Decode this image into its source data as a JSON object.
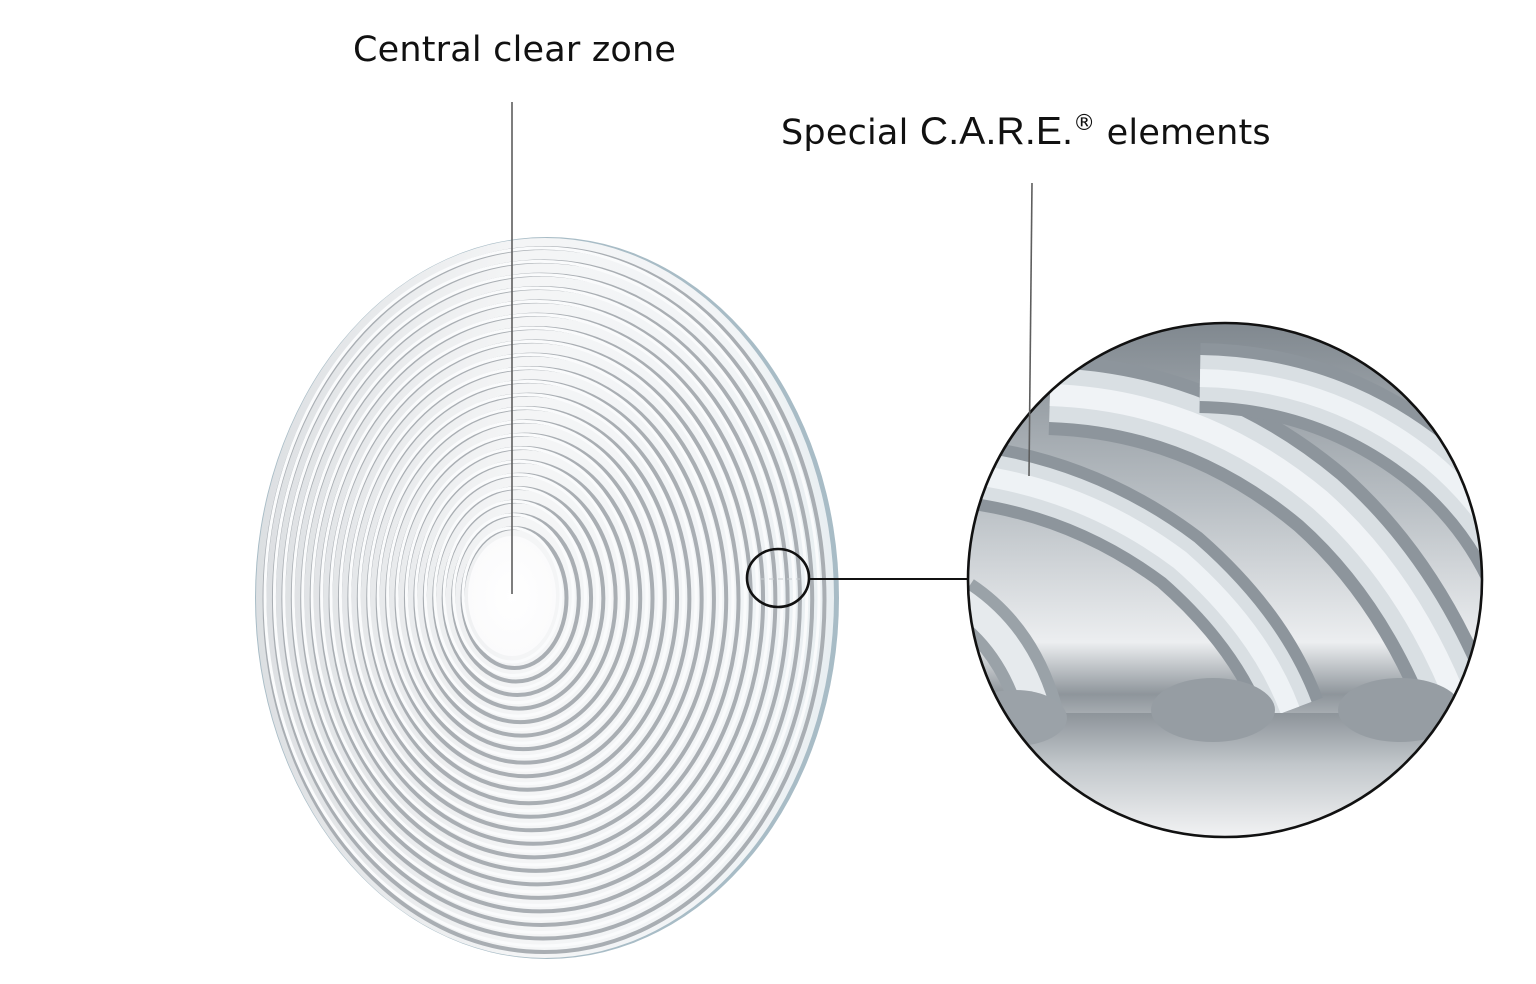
{
  "labels": {
    "central_clear_zone": "Central clear zone",
    "care_prefix": "Special ",
    "care_brand": "C.A.R.E.",
    "care_registered": "®",
    "care_suffix": " elements"
  },
  "colors": {
    "background": "#ffffff",
    "text": "#111111",
    "leader_line": "#5a5a5a",
    "lens_base": "#eef0f2",
    "ring_shadow": "#a9aeb3",
    "ring_highlight": "#fafbfc",
    "lens_rim": "#9fb3bd",
    "magnifier_outline": "#111111",
    "ridge_dark": "#8c949b",
    "ridge_light": "#eef2f5"
  },
  "diagram": {
    "lens_ring_count": 22,
    "callouts": [
      {
        "id": "central-clear-zone",
        "label_ref": "labels.central_clear_zone"
      },
      {
        "id": "care-elements",
        "label_ref": "labels.care_brand"
      }
    ]
  }
}
